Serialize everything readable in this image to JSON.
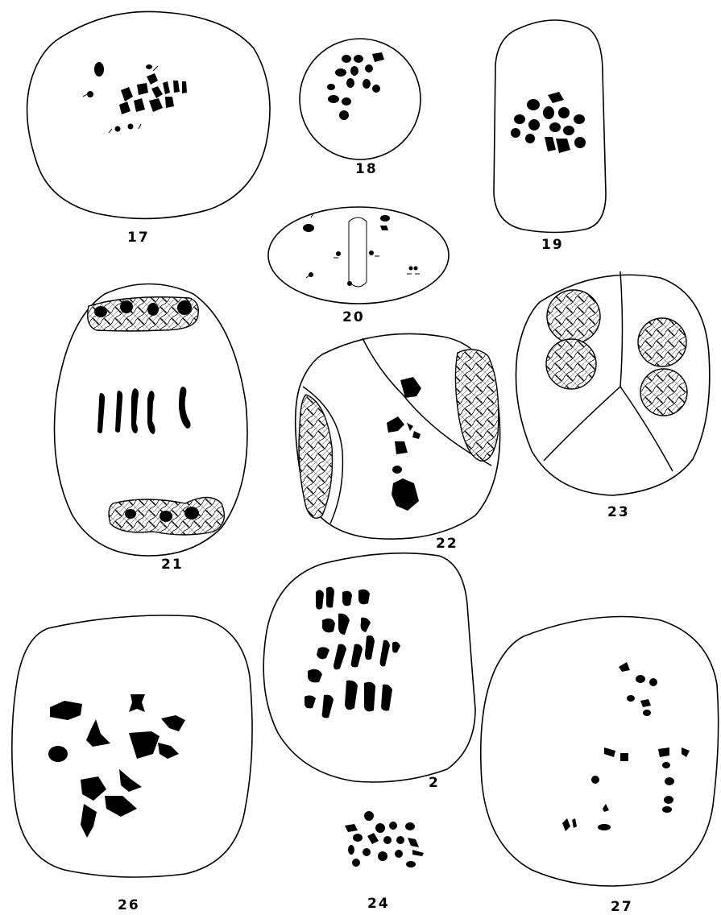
{
  "figures": [
    {
      "id": "fig-17",
      "label": "17"
    },
    {
      "id": "fig-18",
      "label": "18"
    },
    {
      "id": "fig-19",
      "label": "19"
    },
    {
      "id": "fig-20",
      "label": "20"
    },
    {
      "id": "fig-21",
      "label": "21"
    },
    {
      "id": "fig-22",
      "label": "22"
    },
    {
      "id": "fig-23",
      "label": "23"
    },
    {
      "id": "fig-2",
      "label": "2"
    },
    {
      "id": "fig-24",
      "label": "24"
    },
    {
      "id": "fig-26",
      "label": "26"
    },
    {
      "id": "fig-27",
      "label": "27"
    }
  ],
  "colors": {
    "ink": "#000000",
    "paper": "#ffffff"
  }
}
